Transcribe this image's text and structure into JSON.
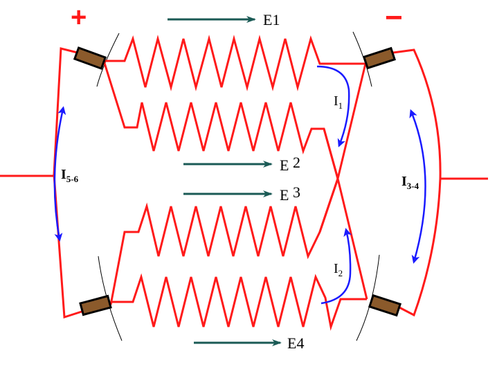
{
  "terminals": {
    "plus": "+",
    "minus": "−"
  },
  "emf": {
    "e1": "E1",
    "e2_letter": "E",
    "e2_num": "2",
    "e3_letter": "E",
    "e3_num": "3",
    "e4": "E4"
  },
  "currents": {
    "i1_base": "I",
    "i1_sub": "1",
    "i2_base": "I",
    "i2_sub": "2",
    "i56_base": "I",
    "i56_sub": "5-6",
    "i34_base": "I",
    "i34_sub": "3-4"
  },
  "colors": {
    "winding": "#ff1a1a",
    "emf_arrow": "#1a5a55",
    "current_arrow": "#1a1aff",
    "brush": "#8b4513",
    "plus": "#ff1a1a",
    "minus": "#ff1a1a"
  }
}
